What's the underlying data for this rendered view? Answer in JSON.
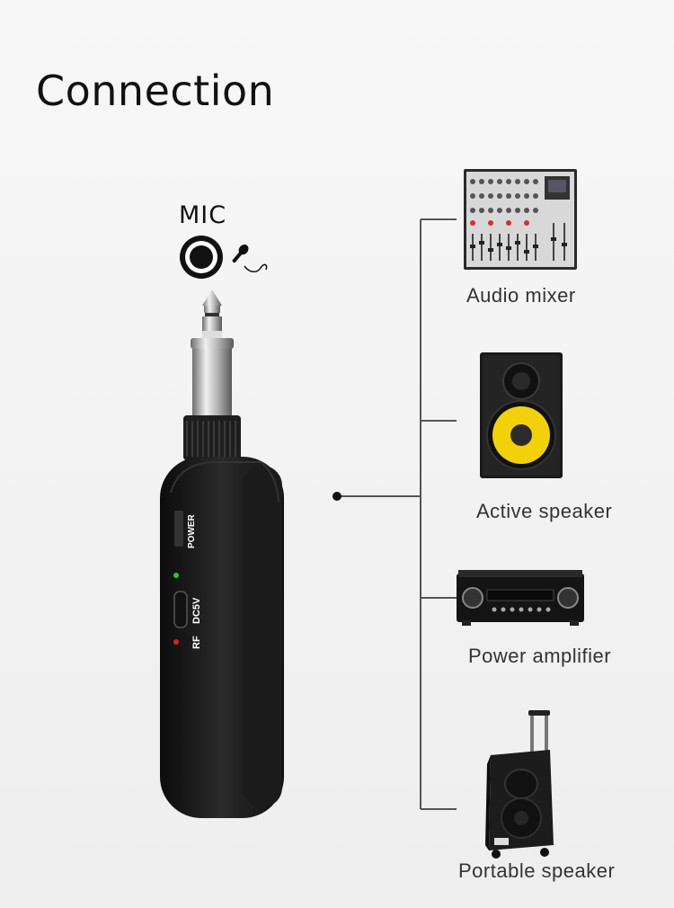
{
  "title": "Connection",
  "source": {
    "jack_label": "MIC",
    "icons": [
      "mic-jack-icon",
      "handheld-mic-icon"
    ],
    "device": {
      "power_label": "POWER",
      "dc_label": "DC5V",
      "rf_label": "RF",
      "led_colors": {
        "power": "#22cc33",
        "rf": "#e02020"
      }
    }
  },
  "outputs": [
    {
      "label": "Audio mixer",
      "icon": "audio-mixer-icon"
    },
    {
      "label": "Active speaker",
      "icon": "active-speaker-icon"
    },
    {
      "label": "Power amplifier",
      "icon": "power-amplifier-icon"
    },
    {
      "label": "Portable speaker",
      "icon": "portable-speaker-icon"
    }
  ],
  "colors": {
    "speaker_cone": "#f2d10a",
    "device_body": "#1a1a1a",
    "line": "#555555"
  }
}
